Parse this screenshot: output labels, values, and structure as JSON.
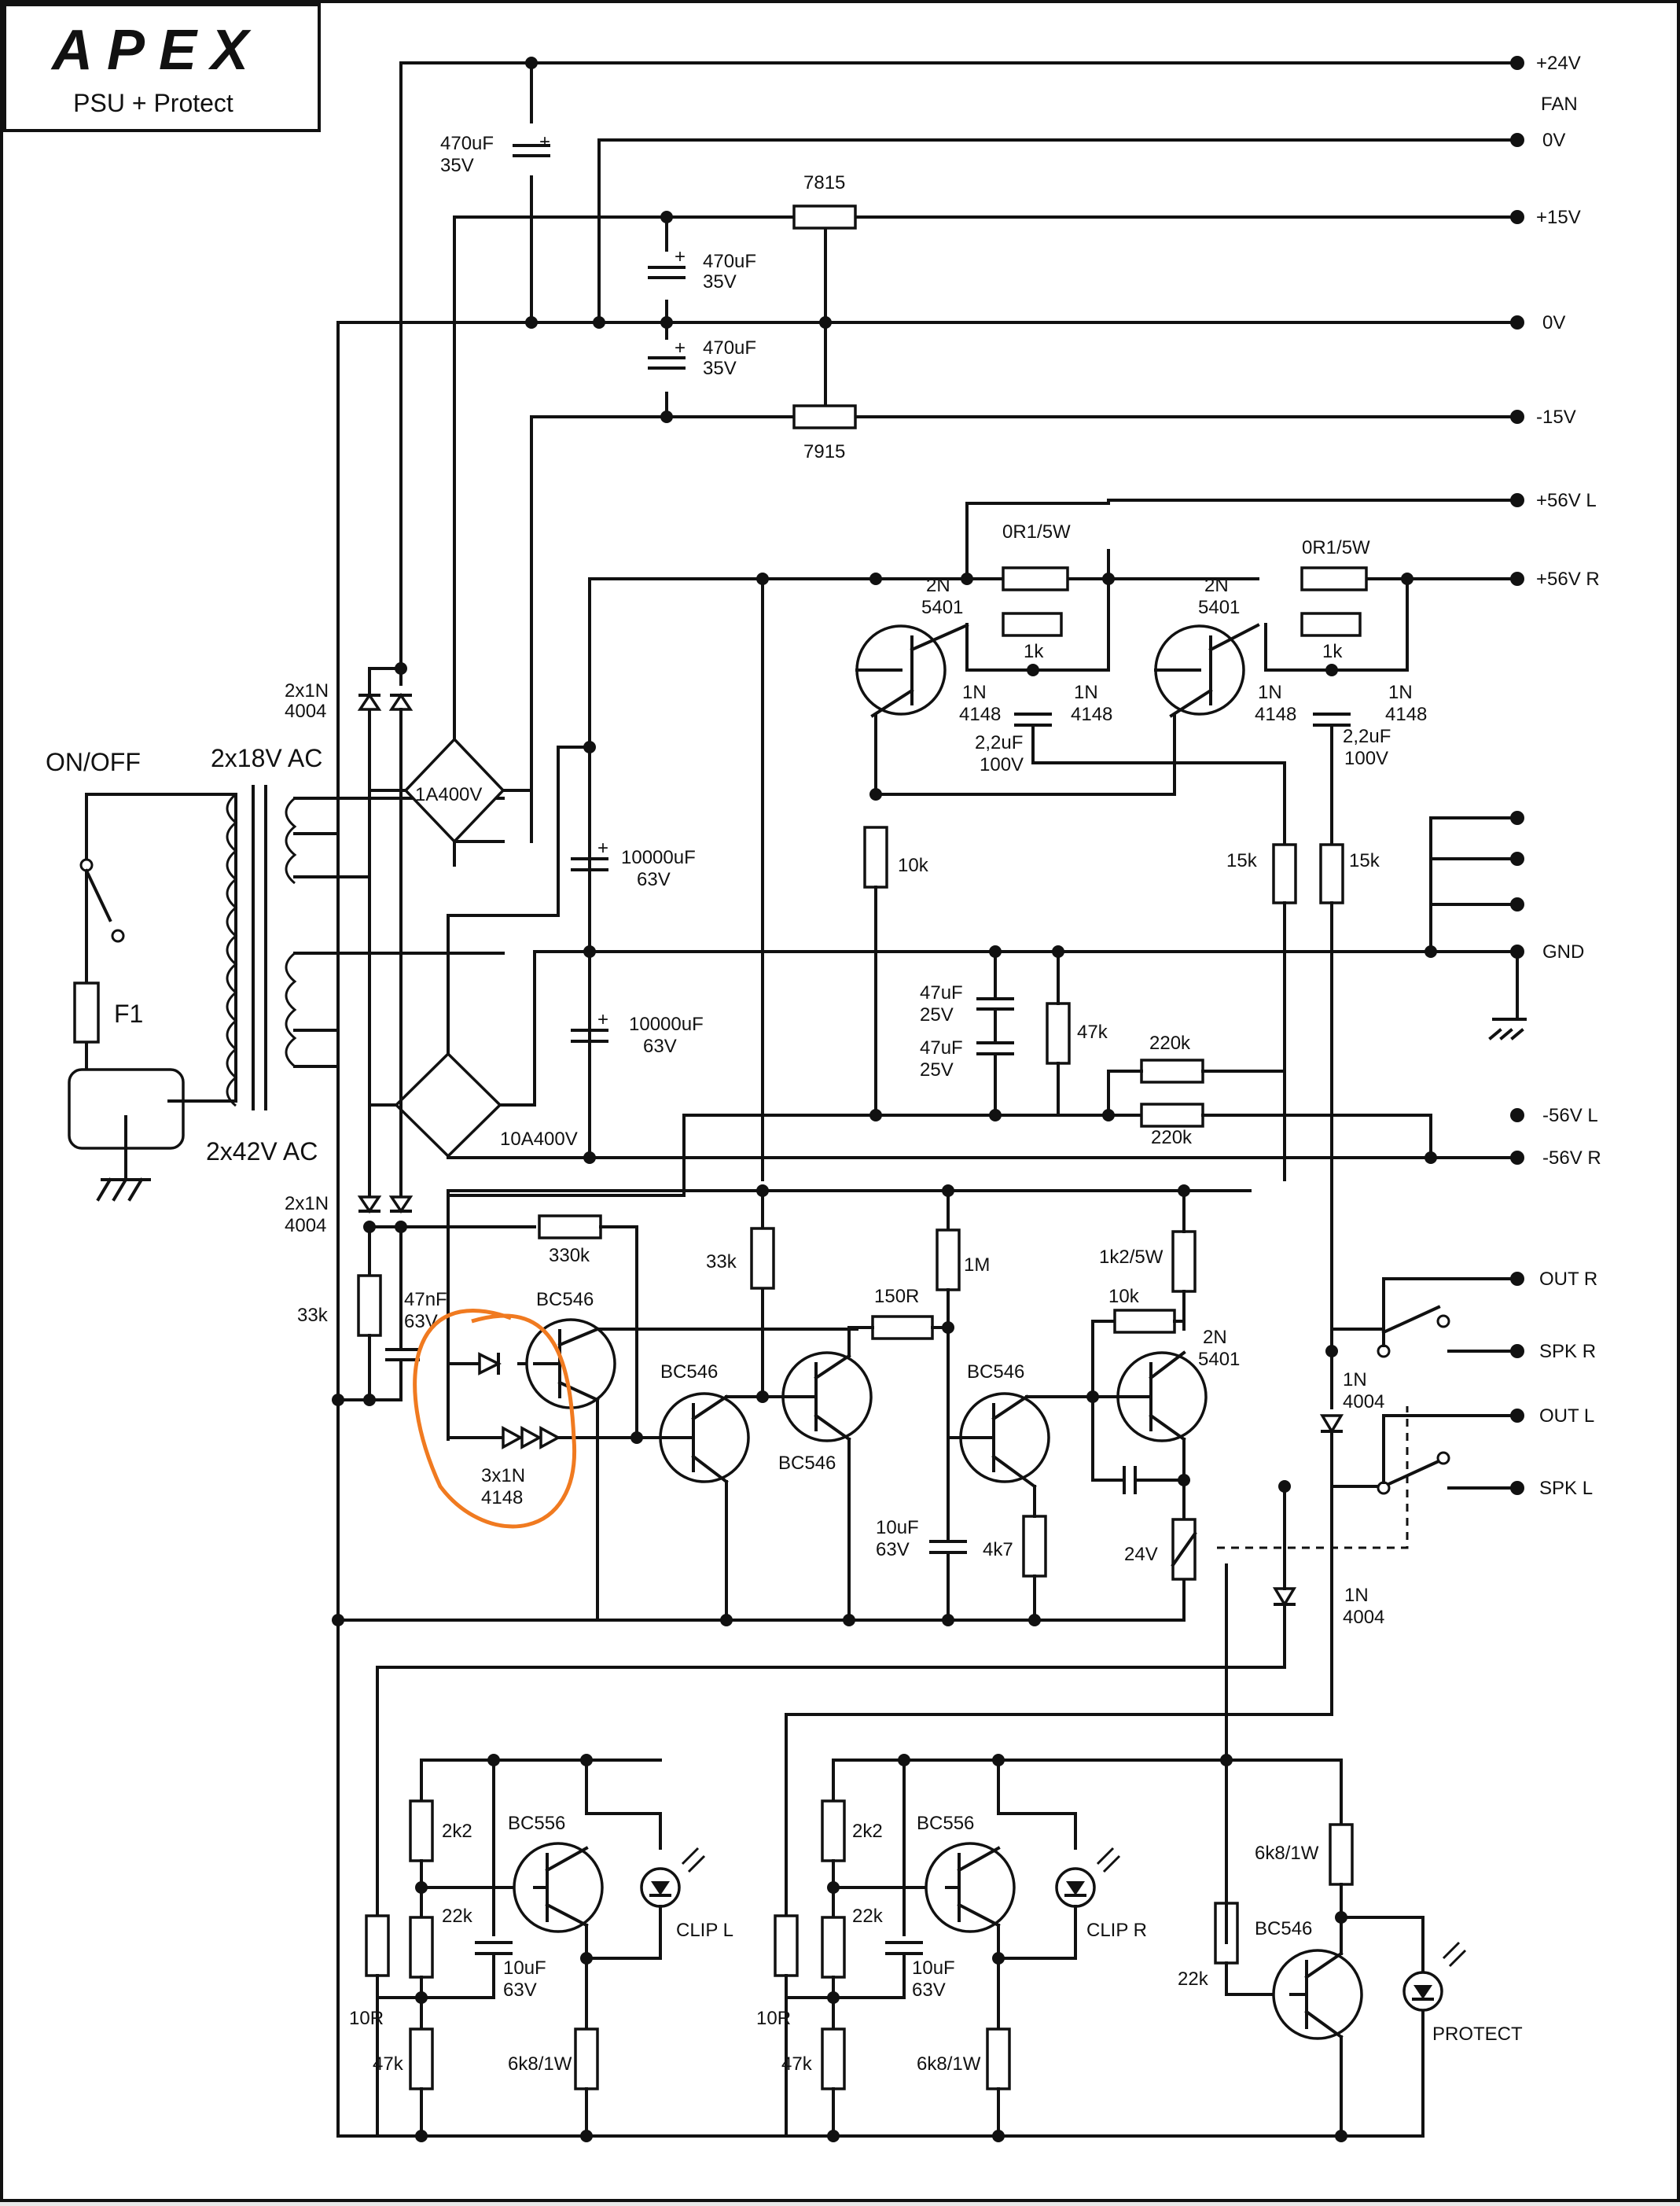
{
  "title_block": {
    "logo": "APEX",
    "subtitle": "PSU + Protect"
  },
  "rails": {
    "p24": "+24V",
    "fan": "FAN",
    "fan_0v": "0V",
    "p15": "+15V",
    "gnd0v": "0V",
    "m15": "-15V",
    "p56l": "+56V L",
    "p56r": "+56V R",
    "gnd": "GND",
    "m56l": "-56V L",
    "m56r": "-56V R",
    "outr": "OUT R",
    "spkr": "SPK R",
    "outl": "OUT L",
    "spkl": "SPK L"
  },
  "psu": {
    "onoff": "ON/OFF",
    "fuse": "F1",
    "sec1": "2x18V AC",
    "sec2": "2x42V AC",
    "bridge1": "1A400V",
    "bridge2": "10A400V",
    "d_top_a": "2x1N",
    "d_top_b": "4004",
    "d_bot_a": "2x1N",
    "d_bot_b": "4004",
    "c_fan_a": "470uF",
    "c_fan_b": "35V",
    "c_p15_a": "470uF",
    "c_p15_b": "35V",
    "c_m15_a": "470uF",
    "c_m15_b": "35V",
    "reg_pos": "7815",
    "reg_neg": "7915",
    "c_main1_a": "10000uF",
    "c_main1_b": "63V",
    "c_main2_a": "10000uF",
    "c_main2_b": "63V"
  },
  "current_limit": {
    "r_shunt_l": "0R1/5W",
    "r_shunt_r": "0R1/5W",
    "q_l_a": "2N",
    "q_l_b": "5401",
    "q_r_a": "2N",
    "q_r_b": "5401",
    "r1k_l": "1k",
    "r1k_r": "1k",
    "d_l1_a": "1N",
    "d_l1_b": "4148",
    "d_l2_a": "1N",
    "d_l2_b": "4148",
    "d_r1_a": "1N",
    "d_r1_b": "4148",
    "d_r2_a": "1N",
    "d_r2_b": "4148",
    "c_l_a": "2,2uF",
    "c_l_b": "100V",
    "c_r_a": "2,2uF",
    "c_r_b": "100V",
    "r10k": "10k",
    "r15k_a": "15k",
    "r15k_b": "15k",
    "c47a_a": "47uF",
    "c47a_b": "25V",
    "c47b_a": "47uF",
    "c47b_b": "25V",
    "r47k": "47k",
    "r220k_a": "220k",
    "r220k_b": "220k"
  },
  "protect": {
    "r33k_left": "33k",
    "c47n_a": "47nF",
    "c47n_b": "63V",
    "r330k": "330k",
    "q1": "BC546",
    "q2": "BC546",
    "q3": "BC546",
    "q4": "BC546",
    "d3_a": "3x1N",
    "d3_b": "4148",
    "r33k_mid": "33k",
    "r150": "150R",
    "r1m": "1M",
    "c10u_a": "10uF",
    "c10u_b": "63V",
    "r4k7": "4k7",
    "r1k2": "1k2/5W",
    "r10k": "10k",
    "q5_a": "2N",
    "q5_b": "5401",
    "relay": "24V",
    "d_relay_a": "1N",
    "d_relay_b": "4004",
    "d_relay2_a": "1N",
    "d_relay2_b": "4004"
  },
  "clip": {
    "l_r2k2": "2k2",
    "l_q": "BC556",
    "l_r22k": "22k",
    "l_c_a": "10uF",
    "l_c_b": "63V",
    "l_r10": "10R",
    "l_r47k": "47k",
    "l_r6k8": "6k8/1W",
    "l_led": "CLIP L",
    "r_r2k2": "2k2",
    "r_q": "BC556",
    "r_r22k": "22k",
    "r_c_a": "10uF",
    "r_c_b": "63V",
    "r_r10": "10R",
    "r_r47k": "47k",
    "r_r6k8": "6k8/1W",
    "r_led": "CLIP R",
    "p_r6k8": "6k8/1W",
    "p_q": "BC546",
    "p_r22k": "22k",
    "p_led": "PROTECT"
  }
}
